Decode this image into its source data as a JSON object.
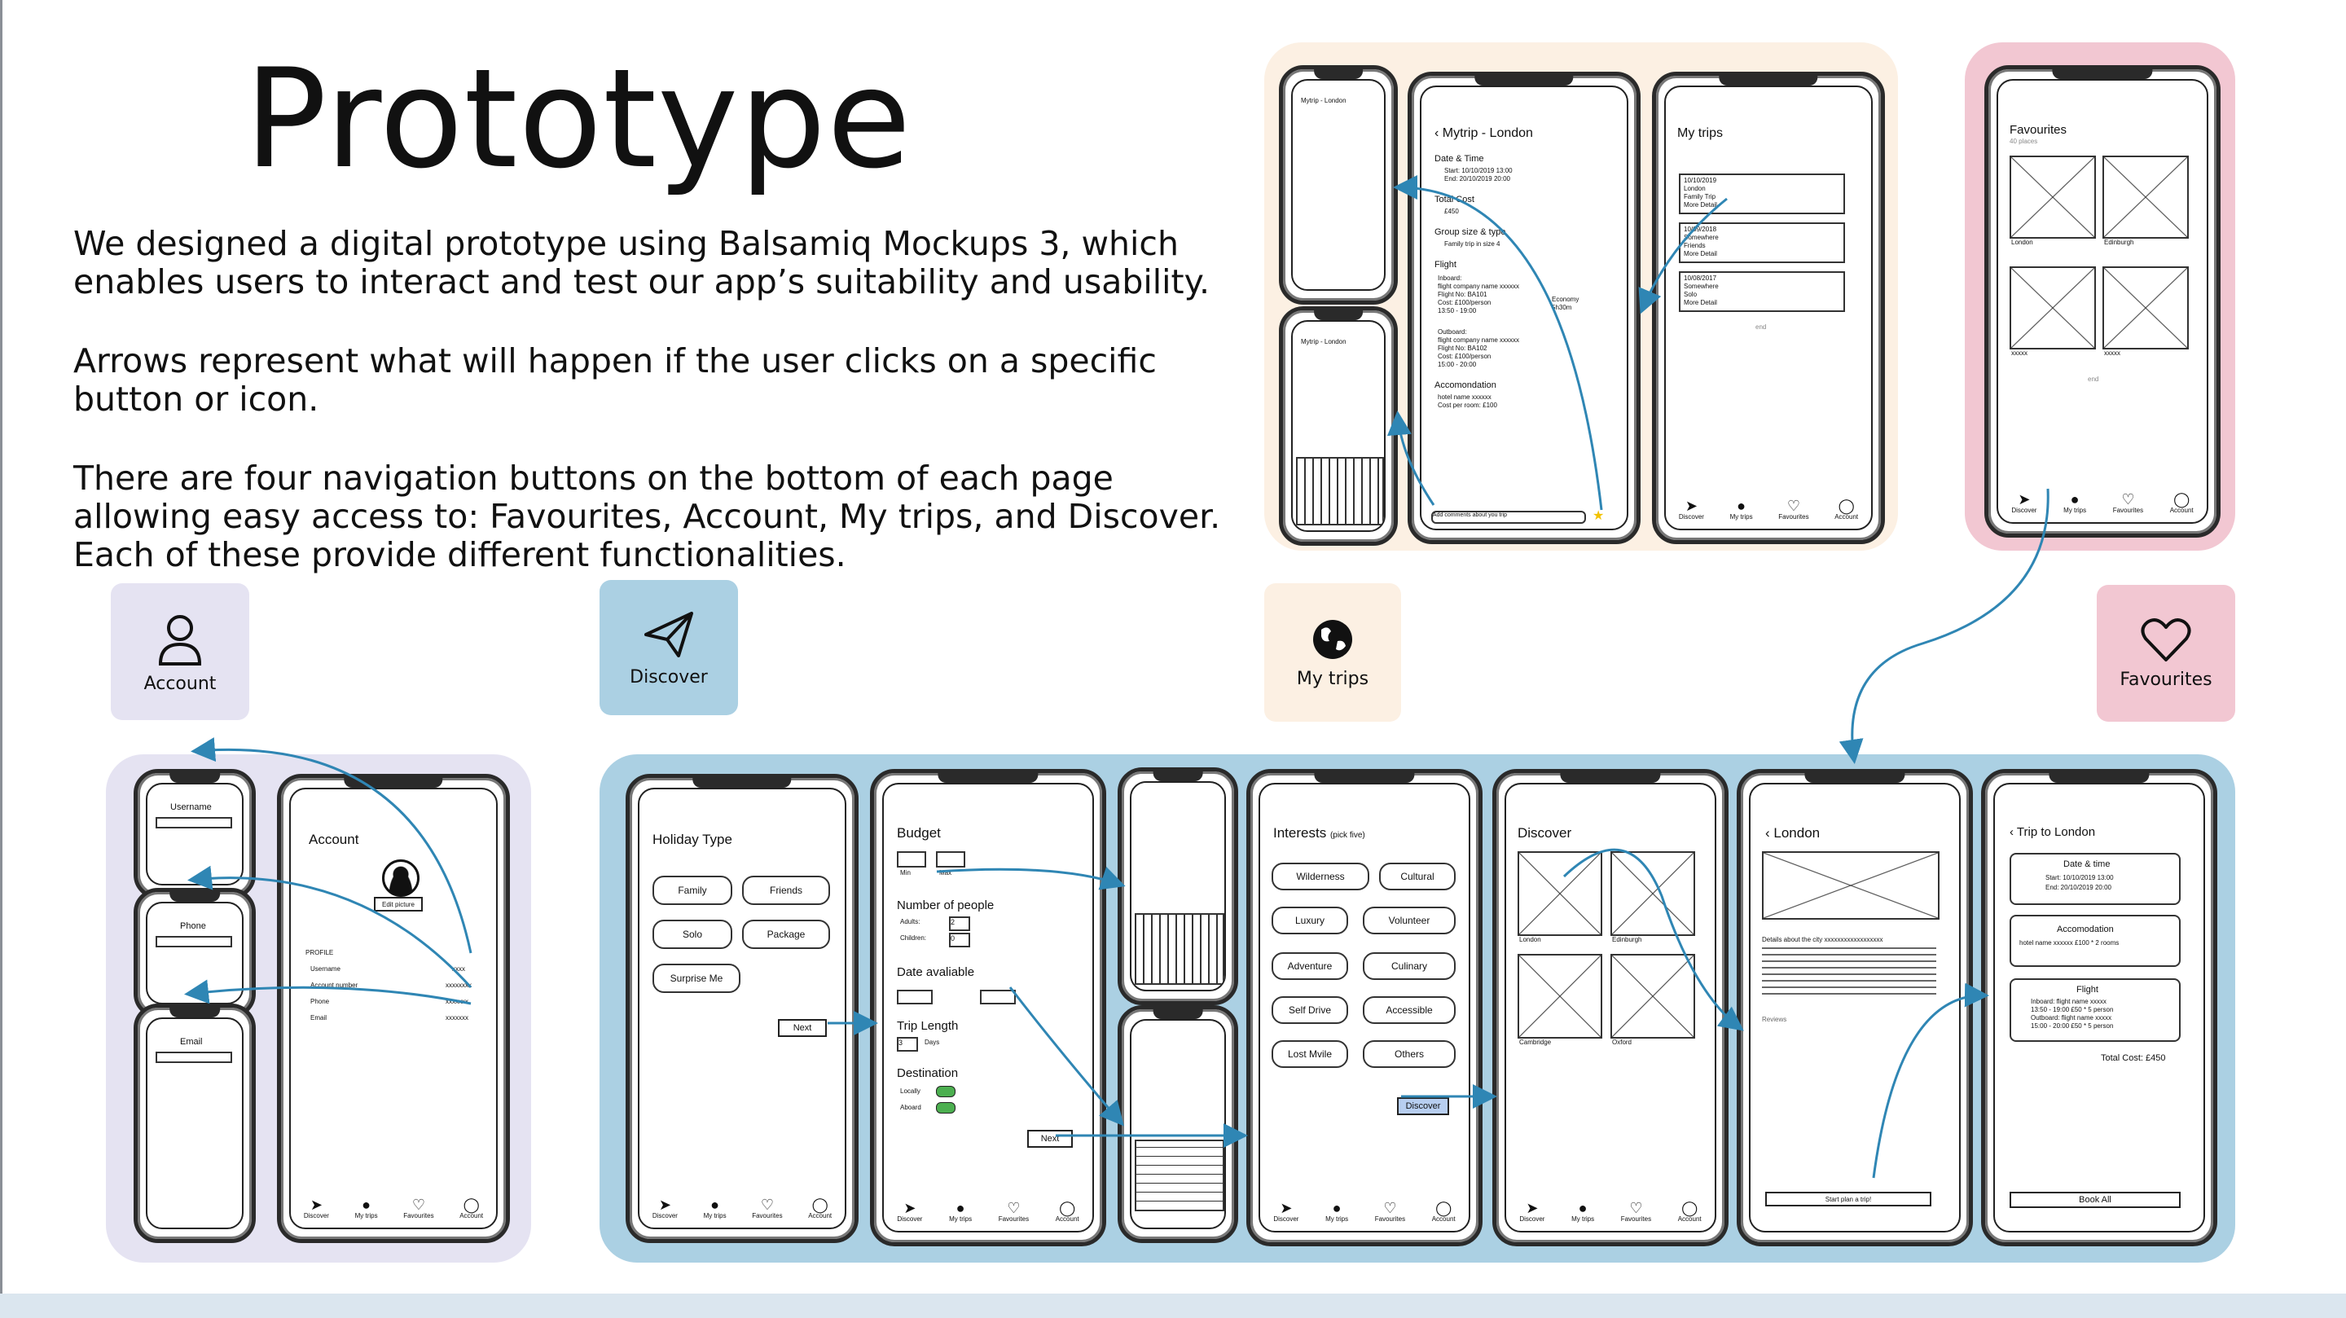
{
  "title": "Prototype",
  "intro": {
    "p1": "We designed a digital prototype using Balsamiq Mockups 3, which enables users to interact and test our app’s suitability and usability.",
    "p2": "Arrows represent what will happen if the user clicks on a specific button or icon.",
    "p3": "There are four navigation buttons on the bottom of each page allowing easy access to: Favourites, Account, My trips, and Discover. Each of these provide different functionalities."
  },
  "colors": {
    "lavender": "#e5e3f2",
    "blue": "#abd0e3",
    "peach": "#fcf0e3",
    "pink": "#f2c7d2",
    "arrow": "#2f86b4"
  },
  "tiles": {
    "account": "Account",
    "discover": "Discover",
    "mytrips": "My trips",
    "favourites": "Favourites"
  },
  "nav": [
    "Discover",
    "My trips",
    "Favourites",
    "Account"
  ],
  "account": {
    "title": "Account",
    "edit": "Edit picture",
    "profile": "PROFILE",
    "rows": [
      {
        "label": "Username",
        "value": "xxxx"
      },
      {
        "label": "Account number",
        "value": "xxxxxxxx"
      },
      {
        "label": "Phone",
        "value": "xxxxxxx"
      },
      {
        "label": "Email",
        "value": "xxxxxxx"
      }
    ],
    "mini": [
      "Username",
      "Phone",
      "Email"
    ]
  },
  "holiday": {
    "title": "Holiday Type",
    "options": [
      "Family",
      "Friends",
      "Solo",
      "Package",
      "Surprise Me"
    ],
    "next": "Next"
  },
  "budget": {
    "title": "Budget",
    "min": "Min",
    "max": "Max",
    "people": "Number of people",
    "adults": "Adults:",
    "children": "Children:",
    "adults_n": "2",
    "children_n": "0",
    "date": "Date avaliable",
    "trip": "Trip Length",
    "days": "Days",
    "days_n": "3",
    "dest": "Destination",
    "locally": "Locally",
    "aboard": "Aboard",
    "next": "Next"
  },
  "interests": {
    "title": "Interests",
    "sub": "(pick five)",
    "options": [
      "Wilderness",
      "Cultural",
      "Luxury",
      "Volunteer",
      "Adventure",
      "Culinary",
      "Self Drive",
      "Accessible",
      "Lost Mvile",
      "Others"
    ],
    "discover": "Discover"
  },
  "discover": {
    "title": "Discover",
    "items": [
      "London",
      "Edinburgh",
      "Cambridge",
      "Oxford"
    ]
  },
  "london": {
    "title": "London",
    "details": "Details about the city xxxxxxxxxxxxxxxxxx",
    "reviews": "Reviews",
    "start": "Start plan a trip!"
  },
  "trip": {
    "title": "Trip to London",
    "date": "Date & time",
    "start": "Start: 10/10/2019 13:00",
    "end": "End: 20/10/2019 20:00",
    "acc": "Accomodation",
    "acc_detail": "hotel name xxxxxx     £100 * 2 rooms",
    "flight": "Flight",
    "inbound": "Inboard: flight name xxxxx",
    "inbound_detail": "13:50 - 19:00   £50 * 5 person",
    "outbound": "Outboard: flight name xxxxx",
    "outbound_detail": "15:00 - 20:00   £50 * 5 person",
    "total": "Total Cost: £450",
    "book": "Book All"
  },
  "mytrip": {
    "title": "Mytrip - London",
    "date": "Date & Time",
    "start": "Start: 10/10/2019 13:00",
    "end": "End: 20/10/2019 20:00",
    "cost": "Total Cost",
    "cost_v": "£450",
    "group": "Group size & type",
    "group_v": "Family trip in size 4",
    "flight": "Flight",
    "inboard": "Inboard:",
    "in1": "flight company name xxxxxx",
    "in2": "Flight No: BA101",
    "in3": "Cost: £100/person",
    "in4": "13:50 - 19:00",
    "economy": "Economy",
    "economy_t": "5h30m",
    "outboard": "Outboard:",
    "out1": "flight company name xxxxxx",
    "out2": "Flight No: BA102",
    "out3": "Cost: £100/person",
    "out4": "15:00 - 20:00",
    "acc": "Accomondation",
    "acc1": "hotel name xxxxxx",
    "acc2": "Cost per room: £100",
    "comment": "Add comments about you trip"
  },
  "mytrips": {
    "title": "My trips",
    "trips": [
      {
        "date": "10/10/2019",
        "place": "London",
        "type": "Family Trip"
      },
      {
        "date": "10/09/2018",
        "place": "Somewhere",
        "type": "Friends"
      },
      {
        "date": "10/08/2017",
        "place": "Somewhere",
        "type": "Solo"
      }
    ],
    "more": "More Detail",
    "end": "end"
  },
  "favourites": {
    "title": "Favourites",
    "sub": "40 places",
    "items": [
      "London",
      "Edinburgh",
      "xxxxx",
      "xxxxx"
    ],
    "end": "end"
  },
  "mini_mytrip": "Mytrip - London"
}
